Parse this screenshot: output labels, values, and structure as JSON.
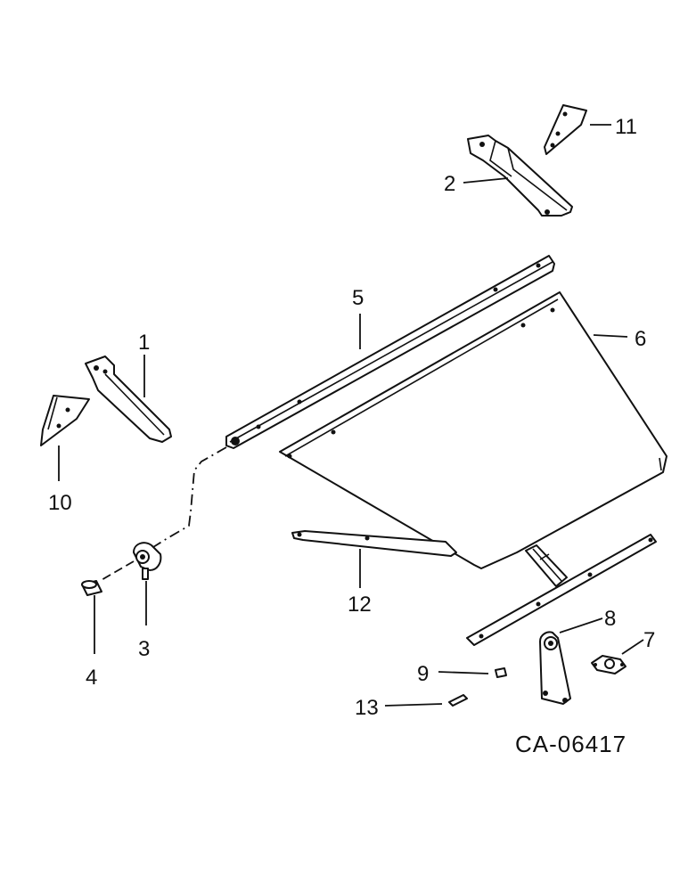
{
  "diagram": {
    "figure_code": "CA-06417",
    "callouts": {
      "c1": "1",
      "c2": "2",
      "c3": "3",
      "c4": "4",
      "c5": "5",
      "c6": "6",
      "c7": "7",
      "c8": "8",
      "c9": "9",
      "c10": "10",
      "c11": "11",
      "c12": "12",
      "c13": "13"
    }
  },
  "colors": {
    "ink": "#111111",
    "paper": "#ffffff"
  }
}
